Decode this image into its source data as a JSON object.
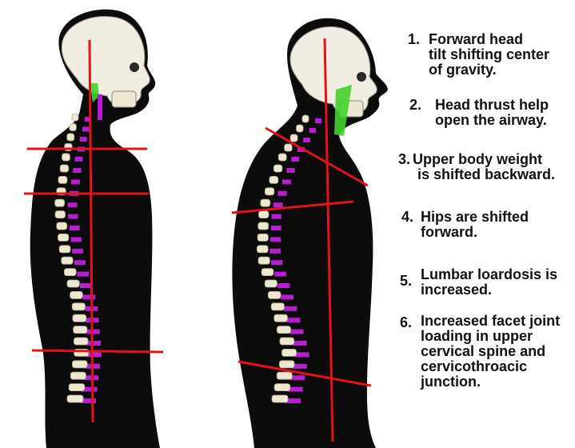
{
  "colors": {
    "silhouette": "#0c0c0c",
    "skull": "#f1ede2",
    "bone": "#efe8d0",
    "disc": "#b51fd1",
    "muscle": "#43d12e",
    "reference_line": "#e2121c",
    "text": "#111111"
  },
  "figures": [
    {
      "name": "normal-posture",
      "description_icon": "side-profile-skeleton-icon"
    },
    {
      "name": "forward-head-posture",
      "description_icon": "side-profile-skeleton-icon"
    }
  ],
  "notes": [
    {
      "number": "1.",
      "lines": [
        "Forward head",
        "tilt shifting center",
        "of gravity."
      ]
    },
    {
      "number": "2.",
      "lines": [
        "Head thrust help",
        "open the airway."
      ]
    },
    {
      "number": "3.",
      "lines": [
        "Upper body weight",
        "is shifted backward."
      ]
    },
    {
      "number": "4.",
      "lines": [
        "Hips are shifted",
        "forward."
      ]
    },
    {
      "number": "5.",
      "lines": [
        "Lumbar loardosis is",
        "increased."
      ]
    },
    {
      "number": "6.",
      "lines": [
        "Increased facet joint",
        "loading in upper",
        "cervical spine and",
        "cervicothroacic",
        "junction."
      ]
    }
  ]
}
